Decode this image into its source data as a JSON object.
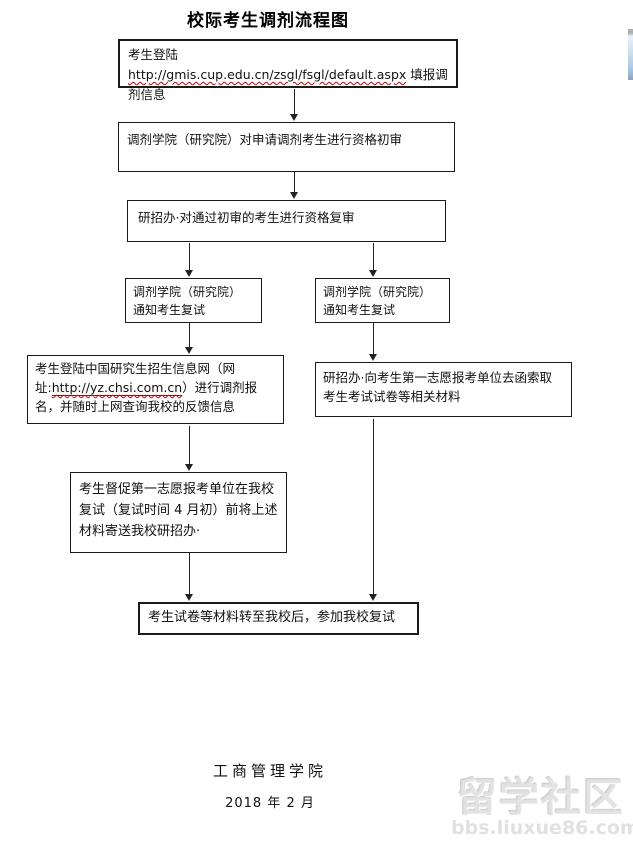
{
  "page": {
    "title": "校际考生调剂流程图"
  },
  "flow": {
    "box_login": {
      "prefix": "考生登陆 ",
      "url": "http://gmis.cup.edu.cn/zsgl/fsgl/default.aspx",
      "suffix": "填报调剂信息"
    },
    "box_initial_review": {
      "text": "调剂学院（研究院）对申请调剂考生进行资格初审"
    },
    "box_second_review": {
      "text": "研招办·对通过初审的考生进行资格复审"
    },
    "box_notify_left": {
      "line1": "调剂学院（研究院）",
      "line2": "通知考生复试"
    },
    "box_notify_right": {
      "line1": "调剂学院（研究院）",
      "line2": "通知考生复试"
    },
    "box_register": {
      "prefix": "考生登陆中国研究生招生信息网（网址:",
      "url": "http://yz.chsi.com.cn",
      "suffix": "）进行调剂报名，并随时上网查询我校的反馈信息"
    },
    "box_request_materials": {
      "text": "研招办·向考生第一志愿报考单位去函索取考生考试试卷等相关材料"
    },
    "box_urge": {
      "text": "考生督促第一志愿报考单位在我校复试（复试时间 4 月初）前将上述材料寄送我校研招办·"
    },
    "box_final": {
      "text": "考生试卷等材料转至我校后，参加我校复试"
    }
  },
  "footer": {
    "department": "工商管理学院",
    "date": "2018 年 2 月"
  },
  "watermark": {
    "title": "留学社区",
    "site": "bbs.liuxue86.com"
  },
  "colors": {
    "box_border": "#1a1a1a",
    "spellcheck_underline": "#cc0000",
    "scrollbar_blue": "#a6c5e2"
  }
}
